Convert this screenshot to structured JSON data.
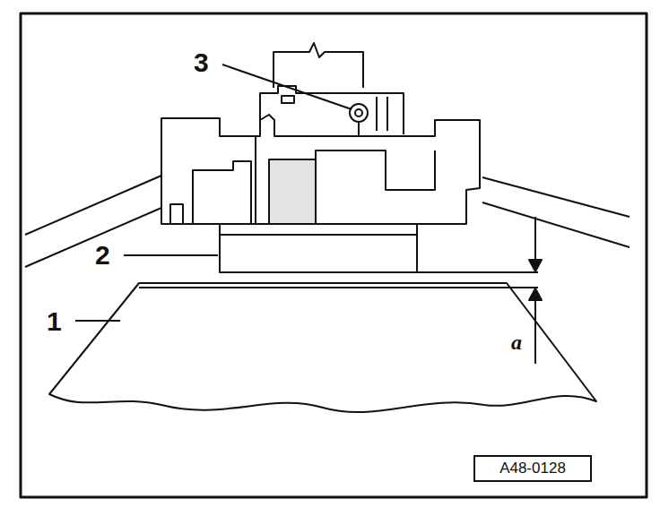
{
  "diagram": {
    "nodes": [
      {
        "text": [
          "A48-0128"
        ]
      }
    ],
    "labels": [
      "3",
      "2",
      "1",
      "a"
    ]
  }
}
